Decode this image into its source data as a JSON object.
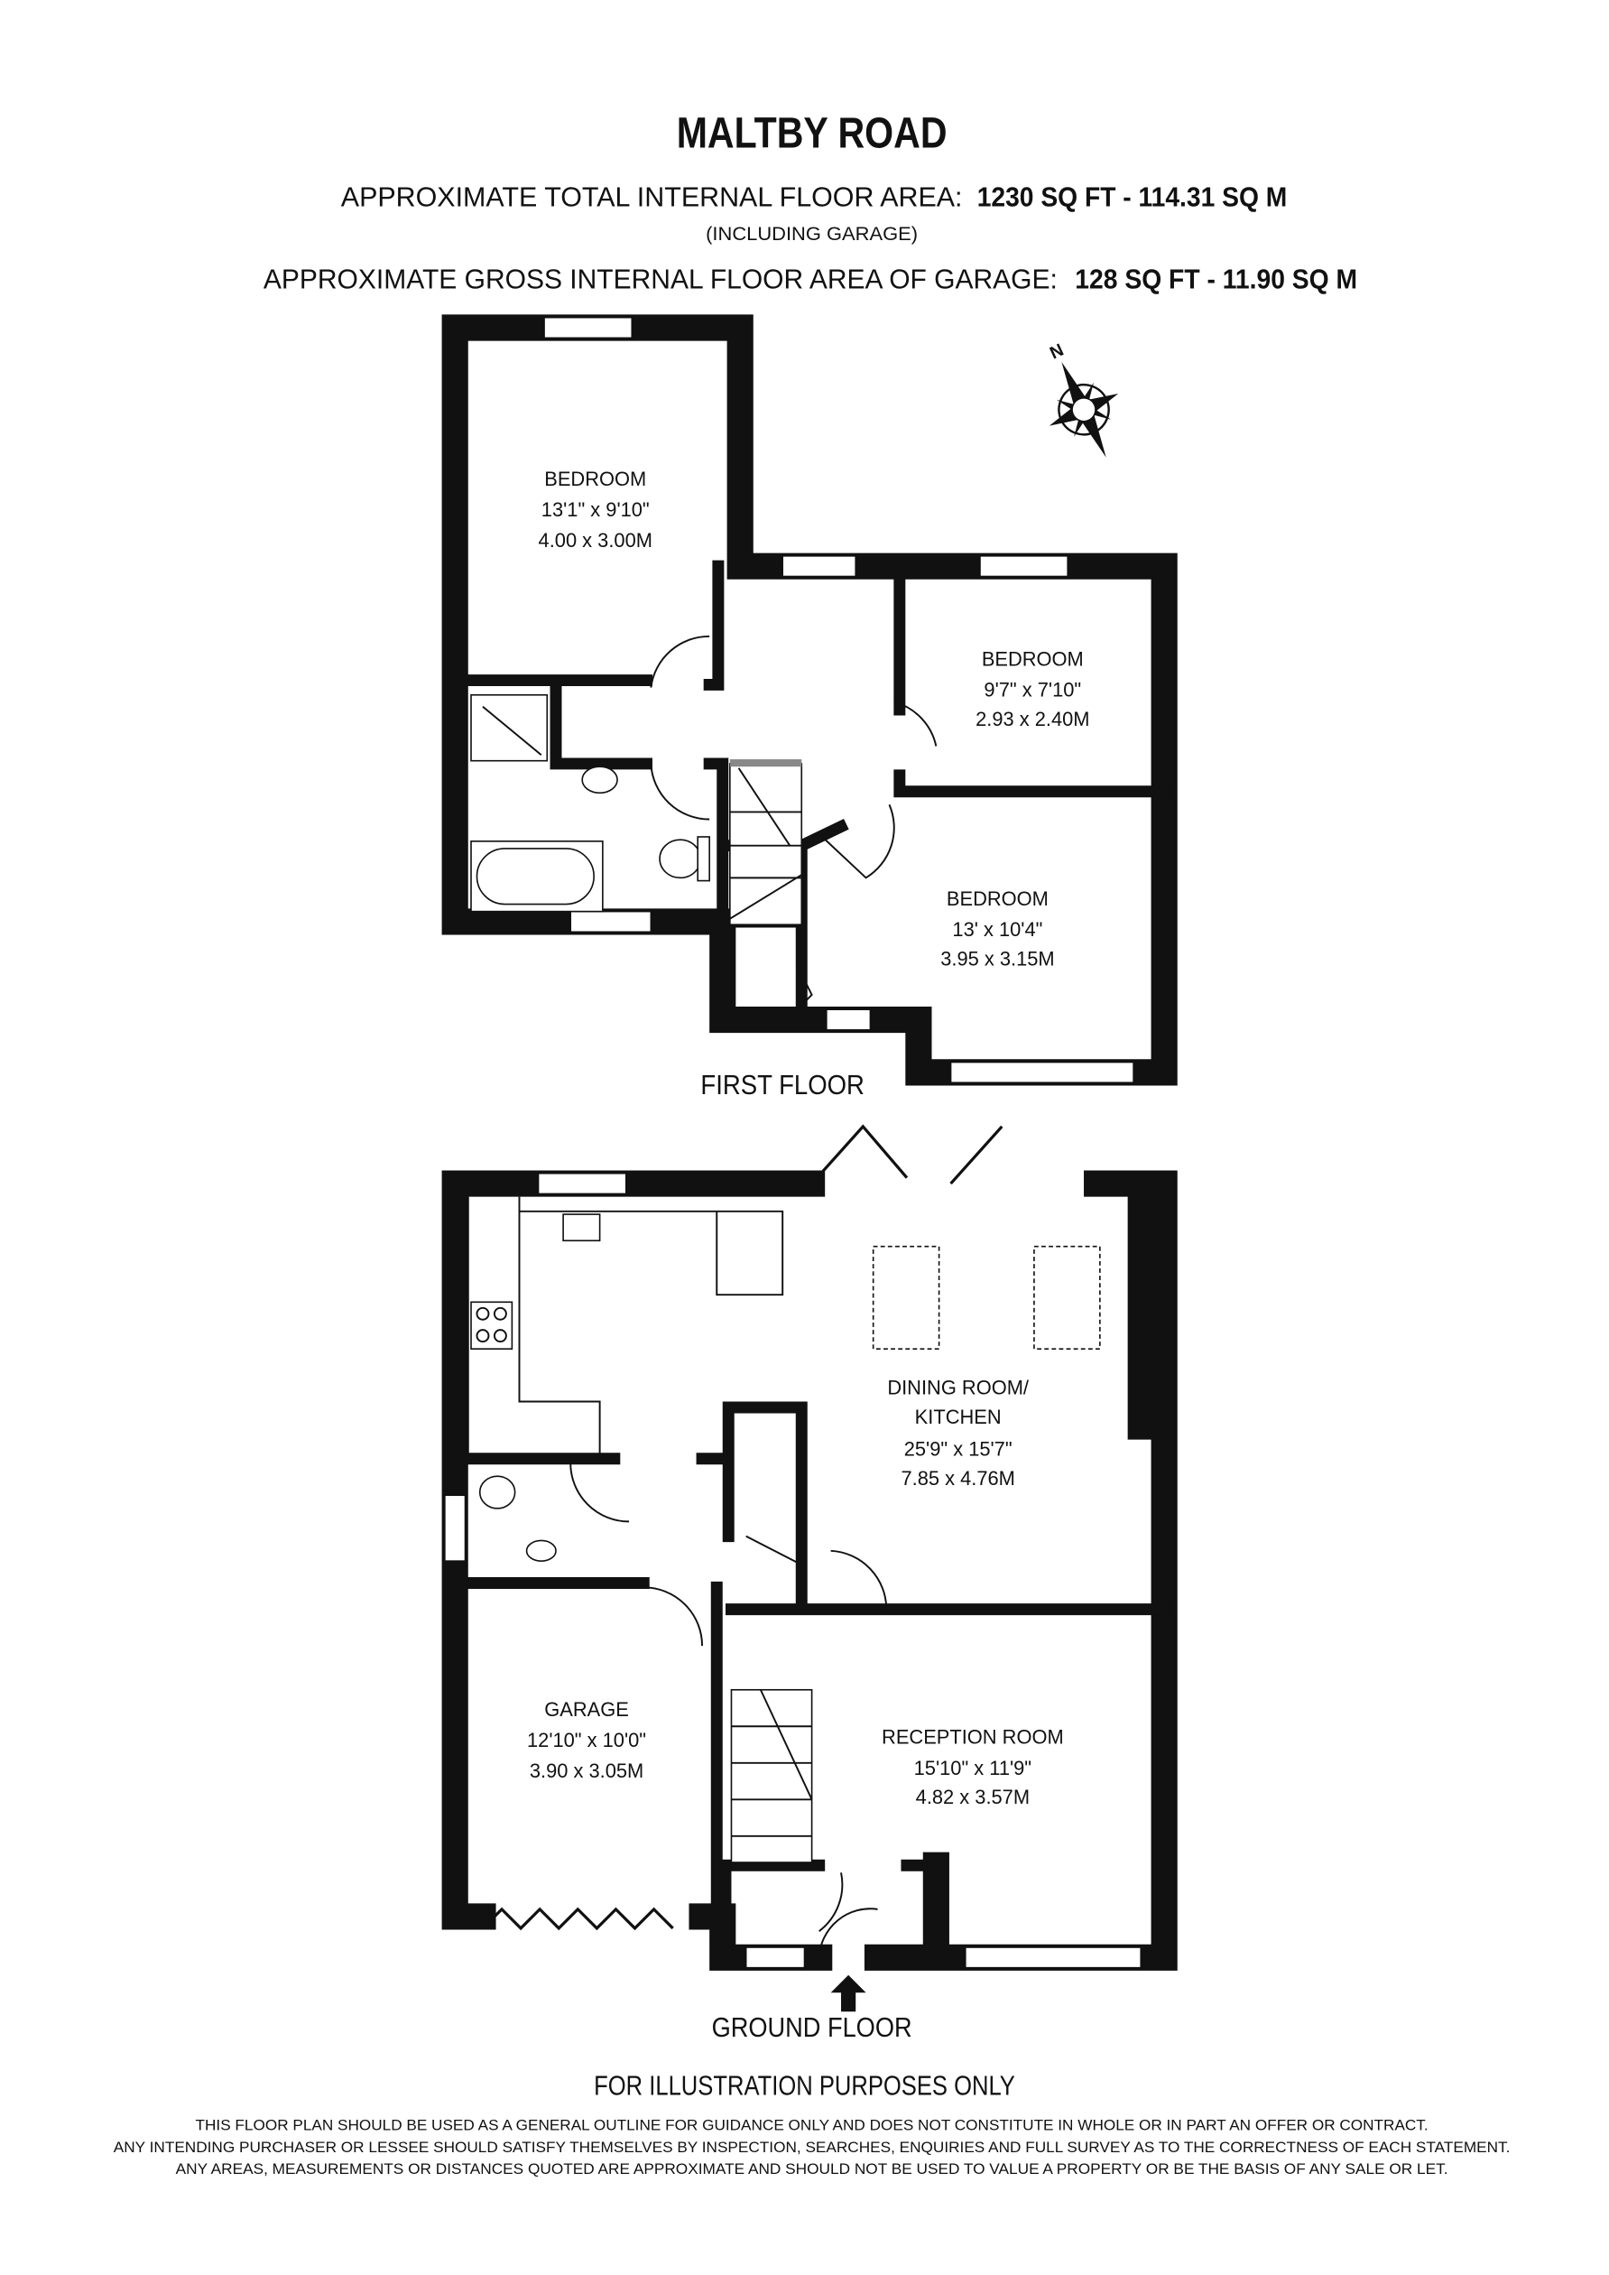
{
  "header": {
    "title": "MALTBY ROAD",
    "total_area_label": "APPROXIMATE TOTAL INTERNAL FLOOR AREA:",
    "total_area_value": "1230 SQ FT  - 114.31 SQ M",
    "including_note": "(INCLUDING GARAGE)",
    "garage_area_label": "APPROXIMATE GROSS INTERNAL FLOOR AREA OF GARAGE:",
    "garage_area_value": "128 SQ FT  - 11.90 SQ M"
  },
  "compass": {
    "label": "N",
    "icon": "compass-rose-icon"
  },
  "first_floor": {
    "label": "FIRST FLOOR",
    "rooms": [
      {
        "name": "BEDROOM",
        "imperial": "13'1\" x 9'10\"",
        "metric": "4.00 x 3.00M"
      },
      {
        "name": "BEDROOM",
        "imperial": "9'7\" x 7'10\"",
        "metric": "2.93 x 2.40M"
      },
      {
        "name": "BEDROOM",
        "imperial": "13' x 10'4\"",
        "metric": "3.95 x 3.15M"
      }
    ]
  },
  "ground_floor": {
    "label": "GROUND FLOOR",
    "rooms": [
      {
        "name": "DINING ROOM/",
        "name2": "KITCHEN",
        "imperial": "25'9\" x 15'7\"",
        "metric": "7.85 x 4.76M"
      },
      {
        "name": "GARAGE",
        "imperial": "12'10\" x 10'0\"",
        "metric": "3.90 x 3.05M"
      },
      {
        "name": "RECEPTION ROOM",
        "imperial": "15'10\" x 11'9\"",
        "metric": "4.82 x 3.57M"
      }
    ]
  },
  "footer": {
    "illustration": "FOR ILLUSTRATION PURPOSES ONLY",
    "disclaimer": [
      "THIS FLOOR PLAN SHOULD BE USED AS A GENERAL OUTLINE FOR GUIDANCE ONLY AND DOES NOT CONSTITUTE IN WHOLE OR IN PART AN OFFER OR CONTRACT.",
      "ANY INTENDING PURCHASER OR LESSEE SHOULD SATISFY THEMSELVES BY INSPECTION, SEARCHES, ENQUIRIES AND FULL SURVEY AS TO THE CORRECTNESS OF EACH STATEMENT.",
      "ANY AREAS, MEASUREMENTS OR DISTANCES QUOTED ARE APPROXIMATE AND SHOULD NOT BE USED TO VALUE A PROPERTY OR BE THE BASIS OF ANY SALE OR LET."
    ]
  },
  "colors": {
    "ink": "#111111",
    "background": "#ffffff"
  }
}
